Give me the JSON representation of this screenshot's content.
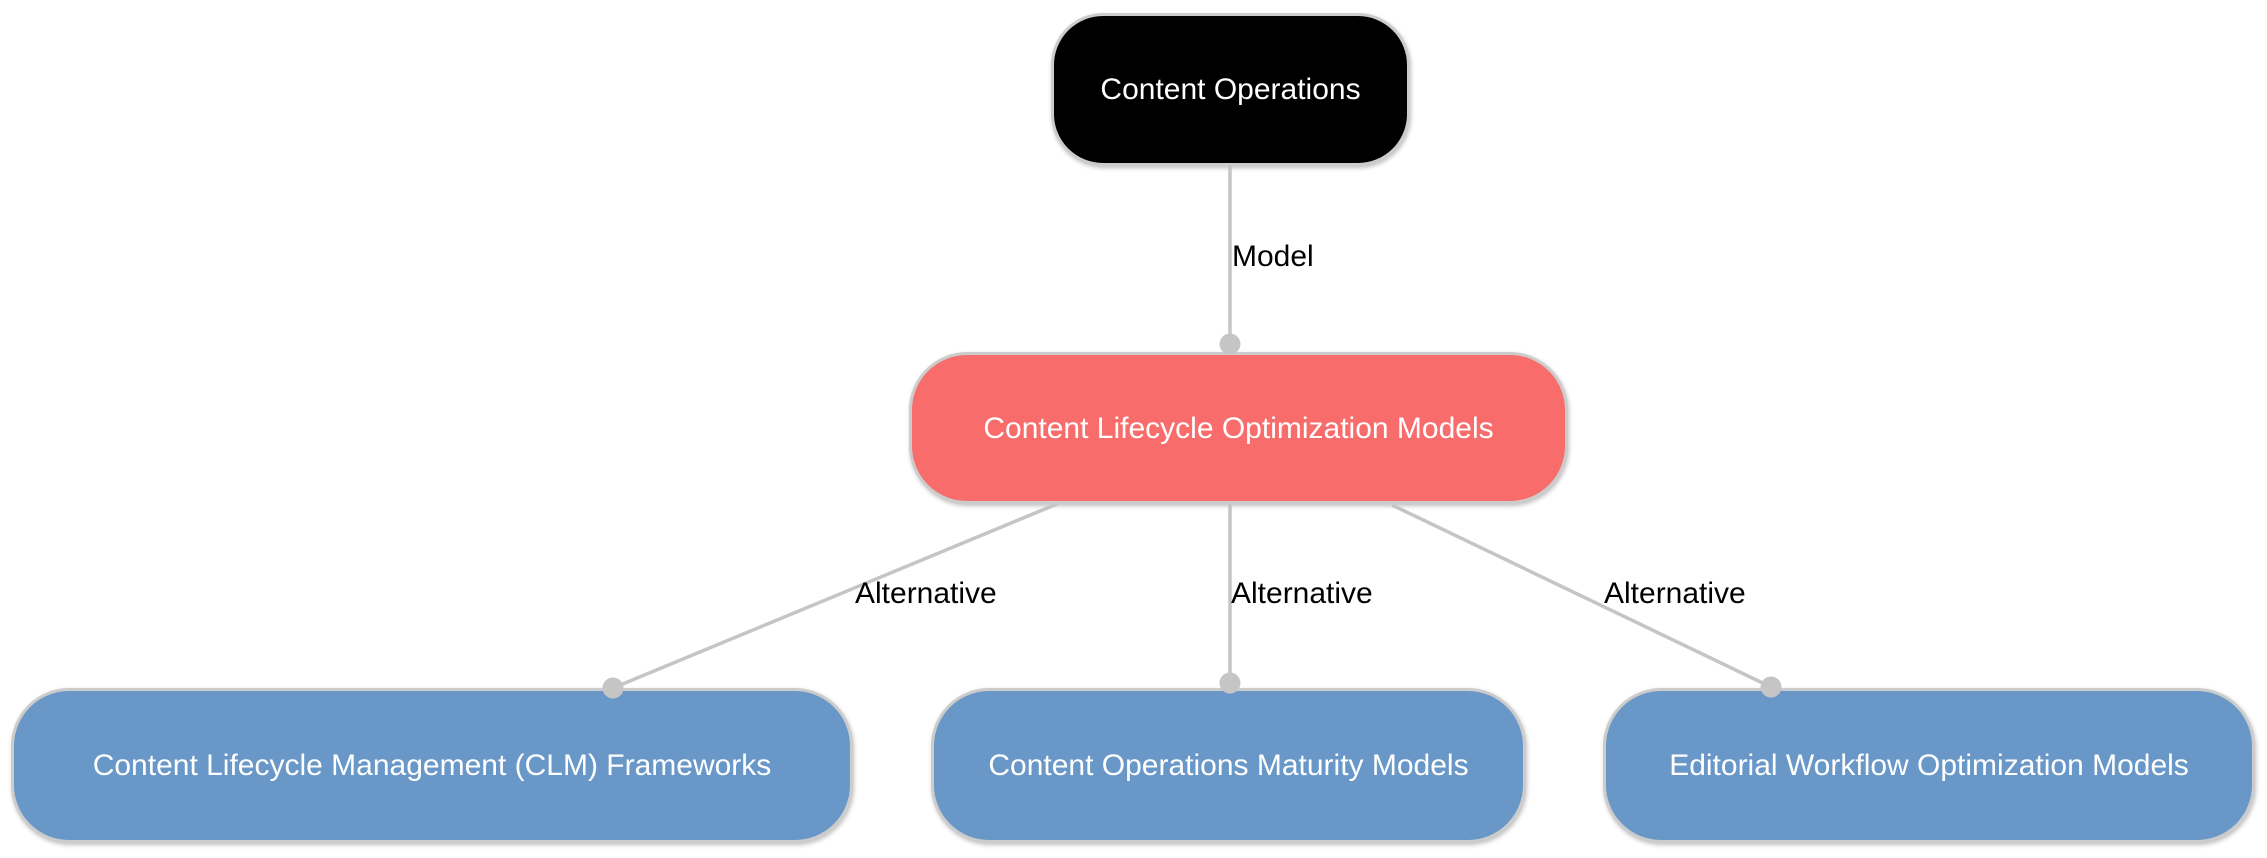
{
  "diagram": {
    "nodes": [
      {
        "id": "content-operations",
        "label": "Content Operations",
        "color": "#000000"
      },
      {
        "id": "content-lifecycle-optimization-models",
        "label": "Content Lifecycle Optimization Models",
        "color": "#f96c6c"
      },
      {
        "id": "content-lifecycle-management-clm-frameworks",
        "label": "Content Lifecycle Management (CLM) Frameworks",
        "color": "#6998c8"
      },
      {
        "id": "content-operations-maturity-models",
        "label": "Content Operations Maturity Models",
        "color": "#6998c8"
      },
      {
        "id": "editorial-workflow-optimization-models",
        "label": "Editorial Workflow Optimization Models",
        "color": "#6998c8"
      }
    ],
    "edges": [
      {
        "from": "content-operations",
        "to": "content-lifecycle-optimization-models",
        "label": "Model"
      },
      {
        "from": "content-lifecycle-optimization-models",
        "to": "content-lifecycle-management-clm-frameworks",
        "label": "Alternative"
      },
      {
        "from": "content-lifecycle-optimization-models",
        "to": "content-operations-maturity-models",
        "label": "Alternative"
      },
      {
        "from": "content-lifecycle-optimization-models",
        "to": "editorial-workflow-optimization-models",
        "label": "Alternative"
      }
    ],
    "colors": {
      "edge_line": "#c5c5c5",
      "node_border": "#cccccc",
      "node_text": "#ffffff",
      "edge_label_text": "#000000",
      "background": "#ffffff"
    }
  }
}
